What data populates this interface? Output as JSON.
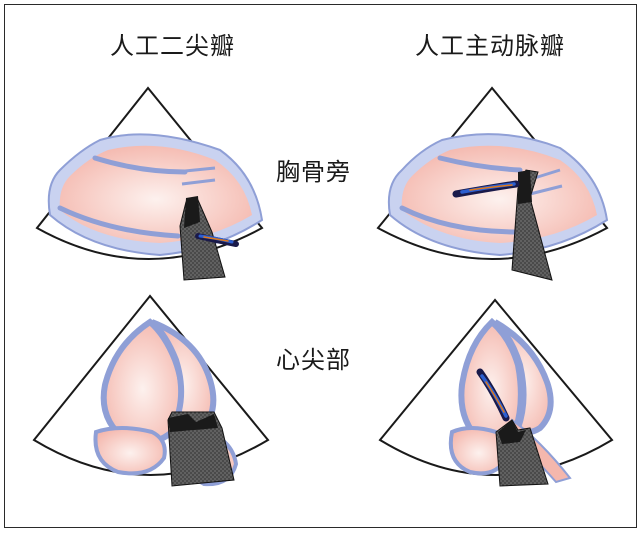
{
  "figure": {
    "column_titles": {
      "left": "人工二尖瓣",
      "right": "人工主动脉瓣"
    },
    "row_labels": {
      "top": "胸骨旁",
      "bottom": "心尖部"
    }
  },
  "colors": {
    "tissue_fill": "#f7c8c2",
    "tissue_core": "#fdf1ee",
    "wall_stroke": "#8f9fd6",
    "wall_fill": "#c9d2f0",
    "prosthesis_fill": "#555555",
    "jet_blue": "#2d5fd0",
    "jet_orange": "#e07a1c",
    "jet_dark": "#1a1a4a"
  },
  "panels": [
    {
      "id": "mitral-parasternal",
      "view": "胸骨旁",
      "valve": "人工二尖瓣"
    },
    {
      "id": "aortic-parasternal",
      "view": "胸骨旁",
      "valve": "人工主动脉瓣"
    },
    {
      "id": "mitral-apical",
      "view": "心尖部",
      "valve": "人工二尖瓣"
    },
    {
      "id": "aortic-apical",
      "view": "心尖部",
      "valve": "人工主动脉瓣"
    }
  ]
}
